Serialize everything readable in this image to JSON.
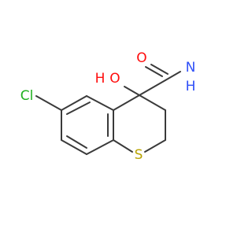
{
  "molecule": {
    "atoms": {
      "oxygen_carbonyl": {
        "label": "O",
        "color": "#ff0d0d"
      },
      "nitrogen_amide": {
        "label": "N",
        "color": "#3050f8"
      },
      "amide_h": {
        "label": "H",
        "color": "#3050f8"
      },
      "hydroxyl_h": {
        "label": "H",
        "color": "#ff0d0d"
      },
      "hydroxyl_o": {
        "label": "O",
        "color": "#ff0d0d"
      },
      "chlorine": {
        "label": "Cl",
        "color": "#1fb01f"
      },
      "sulfur": {
        "label": "S",
        "color": "#b8a300"
      }
    },
    "bond_color": "#3a3a3a"
  }
}
